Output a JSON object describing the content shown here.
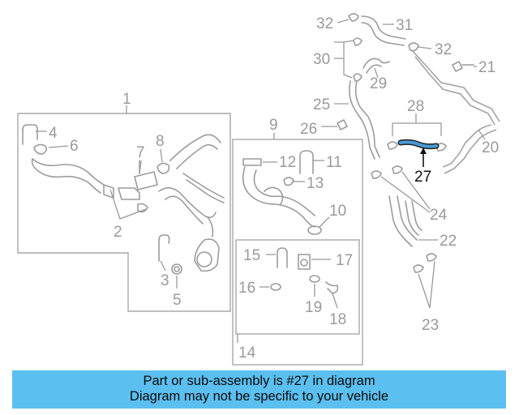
{
  "diagram": {
    "highlighted_part": "27",
    "highlight_color": "#4a9ad4",
    "callouts": [
      "1",
      "2",
      "3",
      "4",
      "5",
      "6",
      "7",
      "8",
      "9",
      "10",
      "11",
      "12",
      "13",
      "14",
      "15",
      "16",
      "17",
      "18",
      "19",
      "20",
      "21",
      "22",
      "23",
      "24",
      "25",
      "26",
      "27",
      "28",
      "29",
      "30",
      "31",
      "32",
      "32"
    ]
  },
  "banner": {
    "line1": "Part or sub-assembly is #27 in diagram",
    "line2": "Diagram may not be specific to your vehicle",
    "background_color": "#5bbff0"
  }
}
